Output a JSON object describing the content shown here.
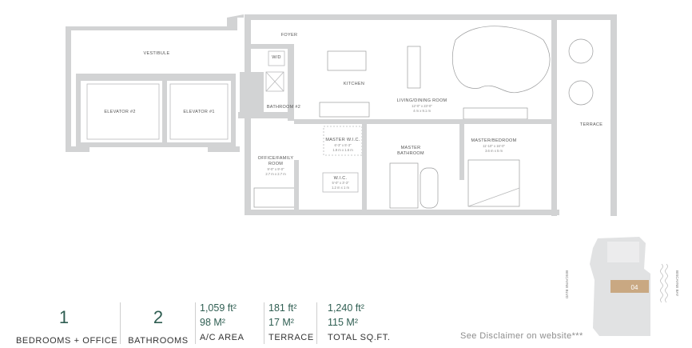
{
  "plan": {
    "rooms": {
      "vestibule": "VESTIBULE",
      "foyer": "FOYER",
      "wd": "W/D",
      "kitchen": "KITCHEN",
      "elevator2": "ELEVATOR #2",
      "elevator1": "ELEVATOR #1",
      "bathroom2": "BATHROOM #2",
      "living": "LIVING/DINING ROOM",
      "living_dim1": "12'-0\" x 23'-0\"",
      "living_dim2": "4 m x 9.1 m",
      "terrace": "TERRACE",
      "master_wic": "MASTER W.I.C.",
      "master_wic_dim1": "6'-3\" x 5'-3\"",
      "master_wic_dim2": "1.9 m x 1.6 m",
      "master_bath1": "MASTER",
      "master_bath2": "BATHROOM",
      "master_bed": "MASTER/BEDROOM",
      "master_bed_dim1": "11'-10\" x 16'-0\"",
      "master_bed_dim2": "3.6 m x 5 m",
      "office1": "OFFICE/FAMILY",
      "office2": "ROOM",
      "office_dim1": "9'-0\" x 9'-0\"",
      "office_dim2": "2.7 m x 2.7 m",
      "wic": "W.I.C.",
      "wic_dim1": "5'-0\" x 3'-3\"",
      "wic_dim2": "1.2 m x 1 m"
    }
  },
  "stats": {
    "bedrooms": {
      "value": "1",
      "label": "BEDROOMS + OFFICE"
    },
    "bathrooms": {
      "value": "2",
      "label": "BATHROOMS"
    },
    "ac_area": {
      "imperial": "1,059 ft²",
      "metric": "98 M²",
      "label": "A/C AREA"
    },
    "terrace": {
      "imperial": "181 ft²",
      "metric": "17 M²",
      "label": "TERRACE"
    },
    "total": {
      "imperial": "1,240 ft²",
      "metric": "115 M²",
      "label": "TOTAL SQ.FT."
    }
  },
  "disclaimer": "See Disclaimer on website***",
  "keyplan": {
    "unit": "04",
    "street_left": "BISCAYNE BLVD",
    "street_right": "BISCAYNE BAY",
    "highlight_color": "#c9a882"
  },
  "colors": {
    "accent": "#2f5e52",
    "wall": "#d2d3d4"
  }
}
